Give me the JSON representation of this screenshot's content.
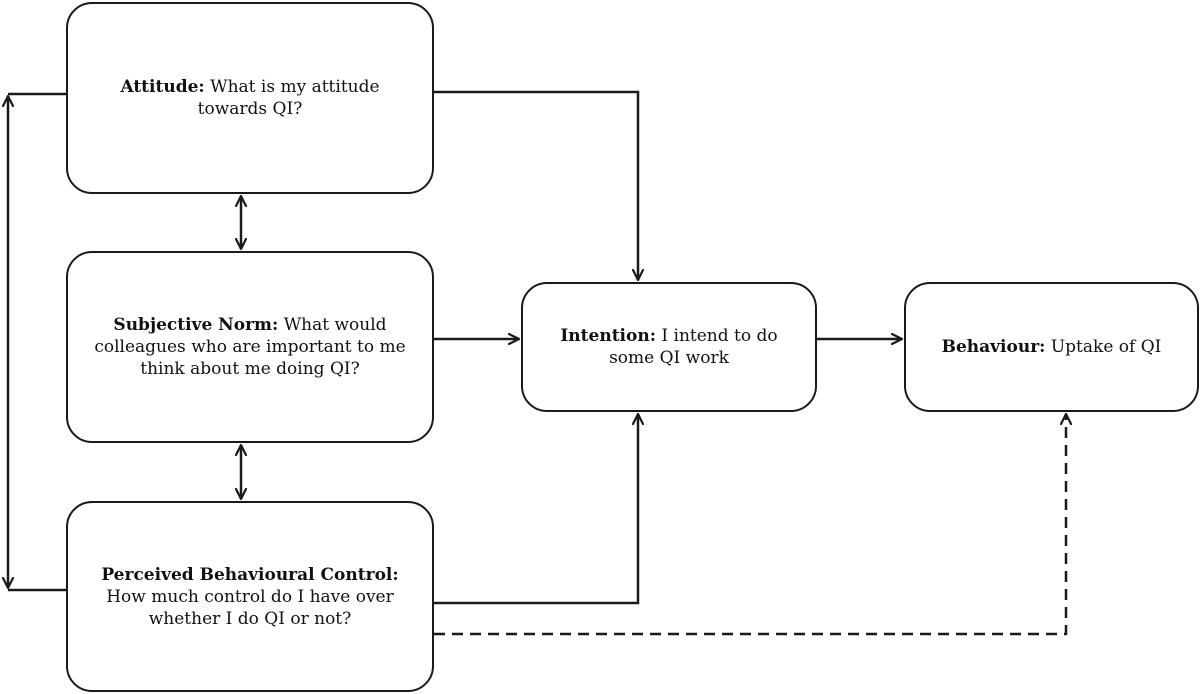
{
  "nodes": {
    "attitude": {
      "title": "Attitude:",
      "text": "What is my attitude towards QI?"
    },
    "norm": {
      "title": "Subjective Norm:",
      "text": "What would colleagues who are important to me think about me doing QI?"
    },
    "control": {
      "title": "Perceived Behavioural Control:",
      "text": "How much control do I have over whether I do QI or not?"
    },
    "intention": {
      "title": "Intention:",
      "text": "I intend to do some QI work"
    },
    "behaviour": {
      "title": "Behaviour:",
      "text": "Uptake of QI"
    }
  },
  "edges": [
    {
      "from": "attitude",
      "to": "intention",
      "style": "solid",
      "direction": "forward"
    },
    {
      "from": "norm",
      "to": "intention",
      "style": "solid",
      "direction": "forward"
    },
    {
      "from": "control",
      "to": "intention",
      "style": "solid",
      "direction": "forward"
    },
    {
      "from": "intention",
      "to": "behaviour",
      "style": "solid",
      "direction": "forward"
    },
    {
      "from": "control",
      "to": "behaviour",
      "style": "dashed",
      "direction": "forward"
    },
    {
      "from": "attitude",
      "to": "norm",
      "style": "solid",
      "direction": "both"
    },
    {
      "from": "norm",
      "to": "control",
      "style": "solid",
      "direction": "both"
    },
    {
      "from": "attitude",
      "to": "control",
      "style": "solid",
      "direction": "both"
    }
  ],
  "colors": {
    "stroke": "#1a1a1a",
    "background": "#ffffff"
  }
}
